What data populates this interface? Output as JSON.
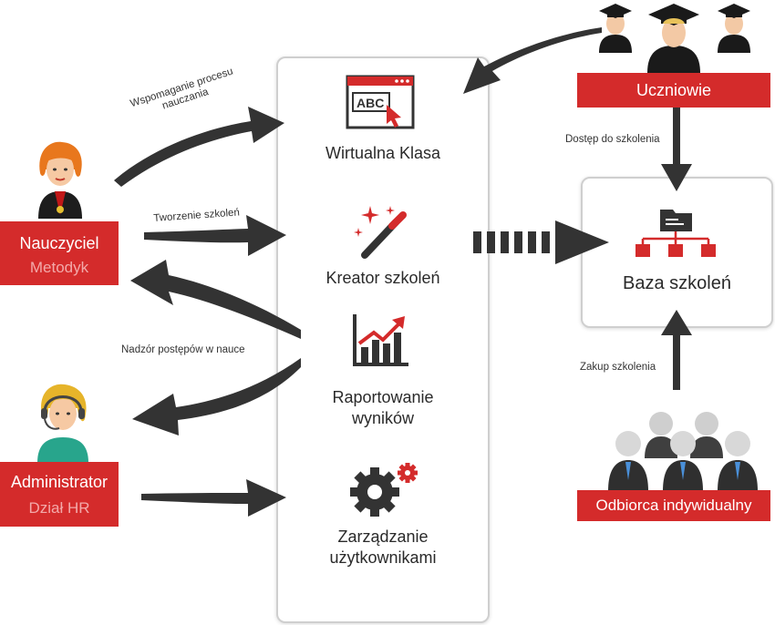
{
  "roles": {
    "teacher": {
      "line1": "Nauczyciel",
      "line2": "Metodyk"
    },
    "admin": {
      "line1": "Administrator",
      "line2": "Dział HR"
    },
    "students": {
      "label": "Uczniowie"
    },
    "individual": {
      "label": "Odbiorca indywidualny"
    }
  },
  "modules": [
    {
      "label": "Wirtualna Klasa",
      "icon_text": "ABC"
    },
    {
      "label": "Kreator szkoleń"
    },
    {
      "label_line1": "Raportowanie",
      "label_line2": "wyników"
    },
    {
      "label_line1": "Zarządzanie",
      "label_line2": "użytkownikami"
    }
  ],
  "baza": {
    "label": "Baza szkoleń"
  },
  "arrow_labels": {
    "wspomaganie_1": "Wspomaganie procesu",
    "wspomaganie_2": "nauczania",
    "tworzenie": "Tworzenie szkoleń",
    "nadzor": "Nadzór postępów w nauce",
    "dostep": "Dostęp do szkolenia",
    "zakup": "Zakup szkolenia"
  },
  "colors": {
    "accent_red": "#d42b2b",
    "arrow_dark": "#333333",
    "panel_border": "#cfcfcf"
  },
  "icons": [
    "teacher-avatar-icon",
    "admin-headset-avatar-icon",
    "graduate-icon",
    "businessman-icon",
    "browser-abc-icon",
    "magic-wand-icon",
    "rising-chart-icon",
    "gears-icon",
    "folder-hierarchy-icon"
  ]
}
